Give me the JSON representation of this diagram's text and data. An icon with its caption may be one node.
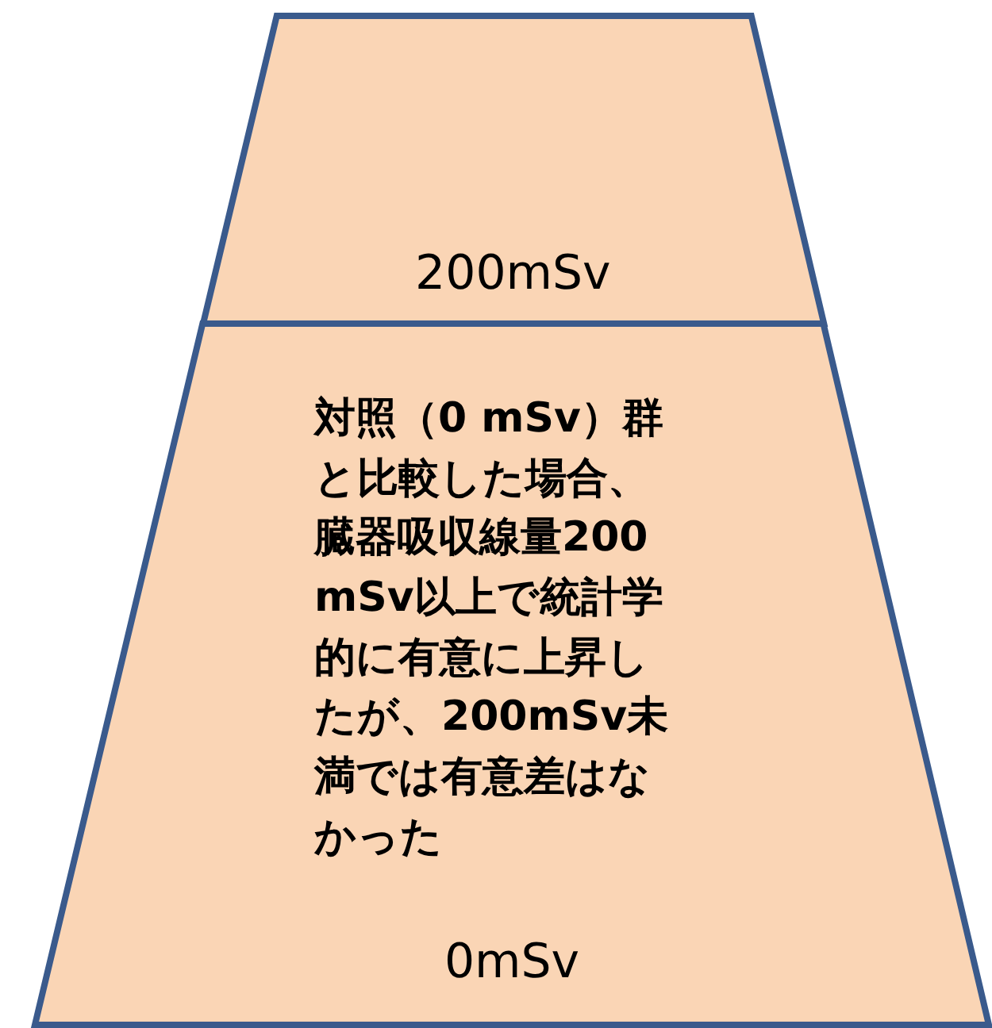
{
  "diagram": {
    "nodes": [
      {
        "text": [
          "200mSv"
        ]
      },
      {
        "text": [
          "対照（0 mSv）群と比較した場合、臓器吸収線量200mSv以上で統計学的に有意に上昇したが、200mSv未満では有意差はなかった",
          "0mSv"
        ]
      }
    ]
  }
}
